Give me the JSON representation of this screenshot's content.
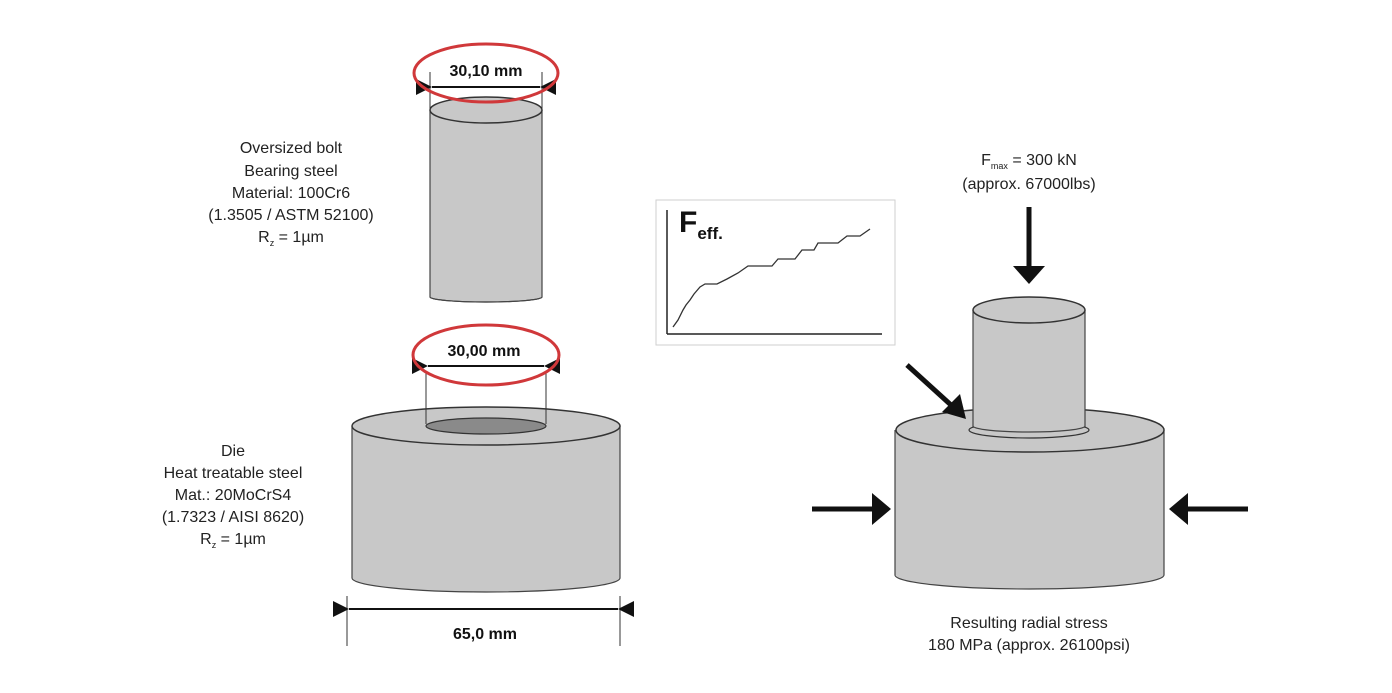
{
  "bolt": {
    "dimension": "30,10 mm",
    "lines": [
      "Oversized bolt",
      "Bearing steel",
      "Material: 100Cr6",
      "(1.3505 / ASTM 52100)"
    ],
    "roughness": {
      "symbol": "R",
      "sub": "z",
      "value": " = 1µm"
    }
  },
  "die": {
    "bore_dimension": "30,00 mm",
    "outer_dimension": "65,0 mm",
    "lines": [
      "Die",
      "Heat treatable steel",
      "Mat.: 20MoCrS4",
      "(1.7323 / AISI 8620)"
    ],
    "roughness": {
      "symbol": "R",
      "sub": "z",
      "value": " = 1µm"
    }
  },
  "force_chart": {
    "symbol": "F",
    "sub": "eff."
  },
  "assembly": {
    "force": {
      "symbol": "F",
      "sub": "max",
      "value": " = 300 kN",
      "note": "(approx. 67000lbs)"
    },
    "result_title": "Resulting radial stress",
    "result_value": "180 MPa (approx. 26100psi)"
  },
  "colors": {
    "steel": "#c8c8c8",
    "bore": "#8a8a8a",
    "highlight": "#d0383a",
    "ink": "#1a1a1a"
  }
}
